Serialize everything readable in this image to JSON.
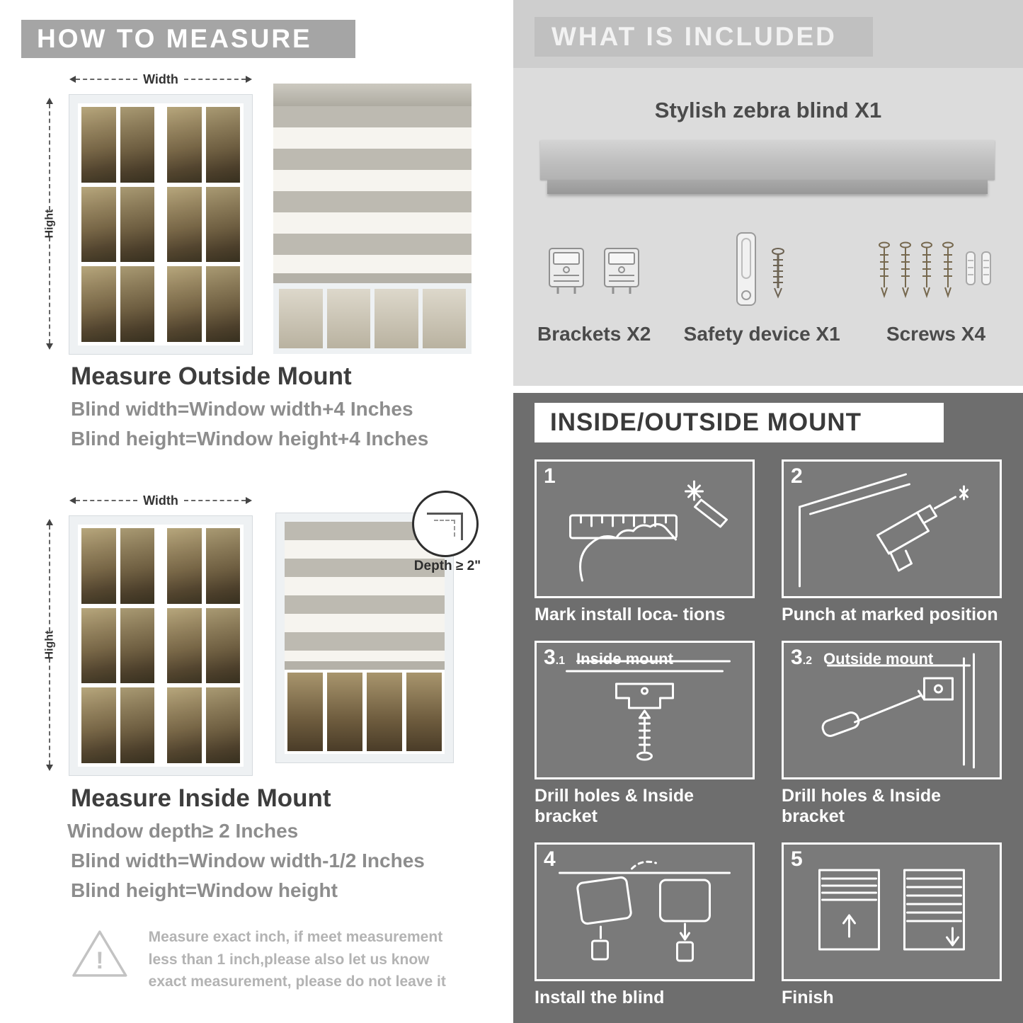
{
  "left": {
    "header": "HOW TO MEASURE",
    "outside": {
      "width_label": "Width",
      "height_label": "Hight",
      "title": "Measure Outside Mount",
      "lines": [
        "Blind width=Window width+4 Inches",
        "Blind height=Window height+4 Inches"
      ]
    },
    "inside": {
      "width_label": "Width",
      "height_label": "Hight",
      "depth_callout": "Depth ≥ 2\"",
      "title": "Measure Inside Mount",
      "lines": [
        "Window depth≥ 2 Inches",
        "Blind width=Window width-1/2 Inches",
        "Blind height=Window height"
      ]
    },
    "warning_text": "Measure exact inch, if meet measurement less than 1 inch,please also let us know exact measurement, please do not leave it"
  },
  "included": {
    "header": "WHAT IS INCLUDED",
    "product": "Stylish zebra blind X1",
    "items": [
      {
        "icon": "bracket-icon",
        "label": "Brackets X2"
      },
      {
        "icon": "safety-device-icon",
        "label": "Safety device X1"
      },
      {
        "icon": "screws-icon",
        "label": "Screws X4"
      }
    ]
  },
  "mount": {
    "header": "INSIDE/OUTSIDE MOUNT",
    "steps": [
      {
        "num": "1",
        "sub": "",
        "title": "",
        "caption": "Mark install loca- tions"
      },
      {
        "num": "2",
        "sub": "",
        "title": "",
        "caption": "Punch at  marked position"
      },
      {
        "num": "3",
        "sub": ".1",
        "title": "Inside mount",
        "caption": "Drill holes &  Inside bracket"
      },
      {
        "num": "3",
        "sub": ".2",
        "title": "Outside mount",
        "caption": "Drill holes &  Inside bracket"
      },
      {
        "num": "4",
        "sub": "",
        "title": "",
        "caption": "Install the blind"
      },
      {
        "num": "5",
        "sub": "",
        "title": "",
        "caption": "Finish"
      }
    ]
  }
}
